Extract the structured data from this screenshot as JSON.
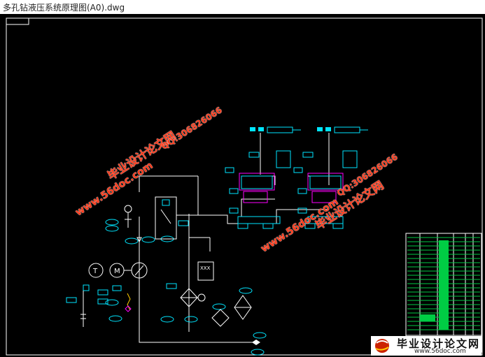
{
  "window": {
    "title": "多孔钻液压系统原理图(A0).dwg"
  },
  "watermarks": [
    {
      "text": "毕业设计论文网"
    },
    {
      "text": "www.56doc.com"
    },
    {
      "text": "QQ:306826066"
    },
    {
      "text": "QQ:306826066"
    },
    {
      "text": "毕业设计论文网"
    },
    {
      "text": "www.56doc.com"
    }
  ],
  "logo": {
    "name": "毕业设计论文网",
    "url": "www.56doc.com"
  },
  "drawing_labels": {
    "xxx": "XXX",
    "m": "M",
    "t": "T"
  },
  "colors": {
    "background": "#000000",
    "lines": "#ffffff",
    "component": "#00e5ff",
    "highlight": "#ff00ff",
    "tables": "#00cc44",
    "watermark": "#ff3a1a"
  },
  "icons": [
    "logo-ball-icon",
    "thermometer-icon",
    "motor-icon",
    "pump-icon",
    "filter-icon",
    "cylinder-icon",
    "valve-icon"
  ]
}
